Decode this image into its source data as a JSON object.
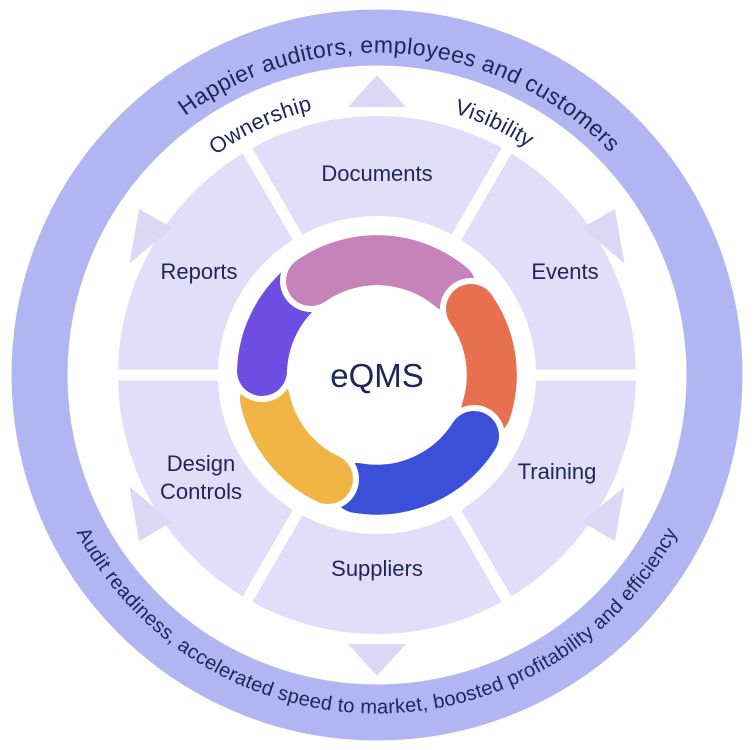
{
  "diagram_title": "eQMS cycle diagram",
  "center_label": "eQMS",
  "band_text": {
    "top": "Happier auditors, employees and customers",
    "bottom": "Audit readiness, accelerated speed to market, boosted profitability and efficiency"
  },
  "gap_labels": {
    "left": "Ownership",
    "right": "Visibility"
  },
  "ring_segments": [
    {
      "label": "Documents"
    },
    {
      "label": "Events"
    },
    {
      "label": "Training"
    },
    {
      "label": "Suppliers"
    },
    {
      "label": "Design Controls",
      "lines": [
        "Design",
        "Controls"
      ]
    },
    {
      "label": "Reports"
    }
  ],
  "donut_segments": [
    {
      "name": "top-arc-mauve",
      "color": "#c583b9"
    },
    {
      "name": "right-arc-orange",
      "color": "#e7704f"
    },
    {
      "name": "lower-right-arc-blue",
      "color": "#3b50d8"
    },
    {
      "name": "lower-left-arc-yellow",
      "color": "#f1b545"
    },
    {
      "name": "left-arc-purple",
      "color": "#6e4de2"
    }
  ],
  "icons": {
    "cycle_arrow": "triangle"
  },
  "colors": {
    "outer_band": "#b1b6f3",
    "middle_ring": "#e2def9",
    "arrow": "#dbd7f5",
    "divider": "#ffffff",
    "text_navy": "#20255b",
    "background": "#ffffff"
  }
}
